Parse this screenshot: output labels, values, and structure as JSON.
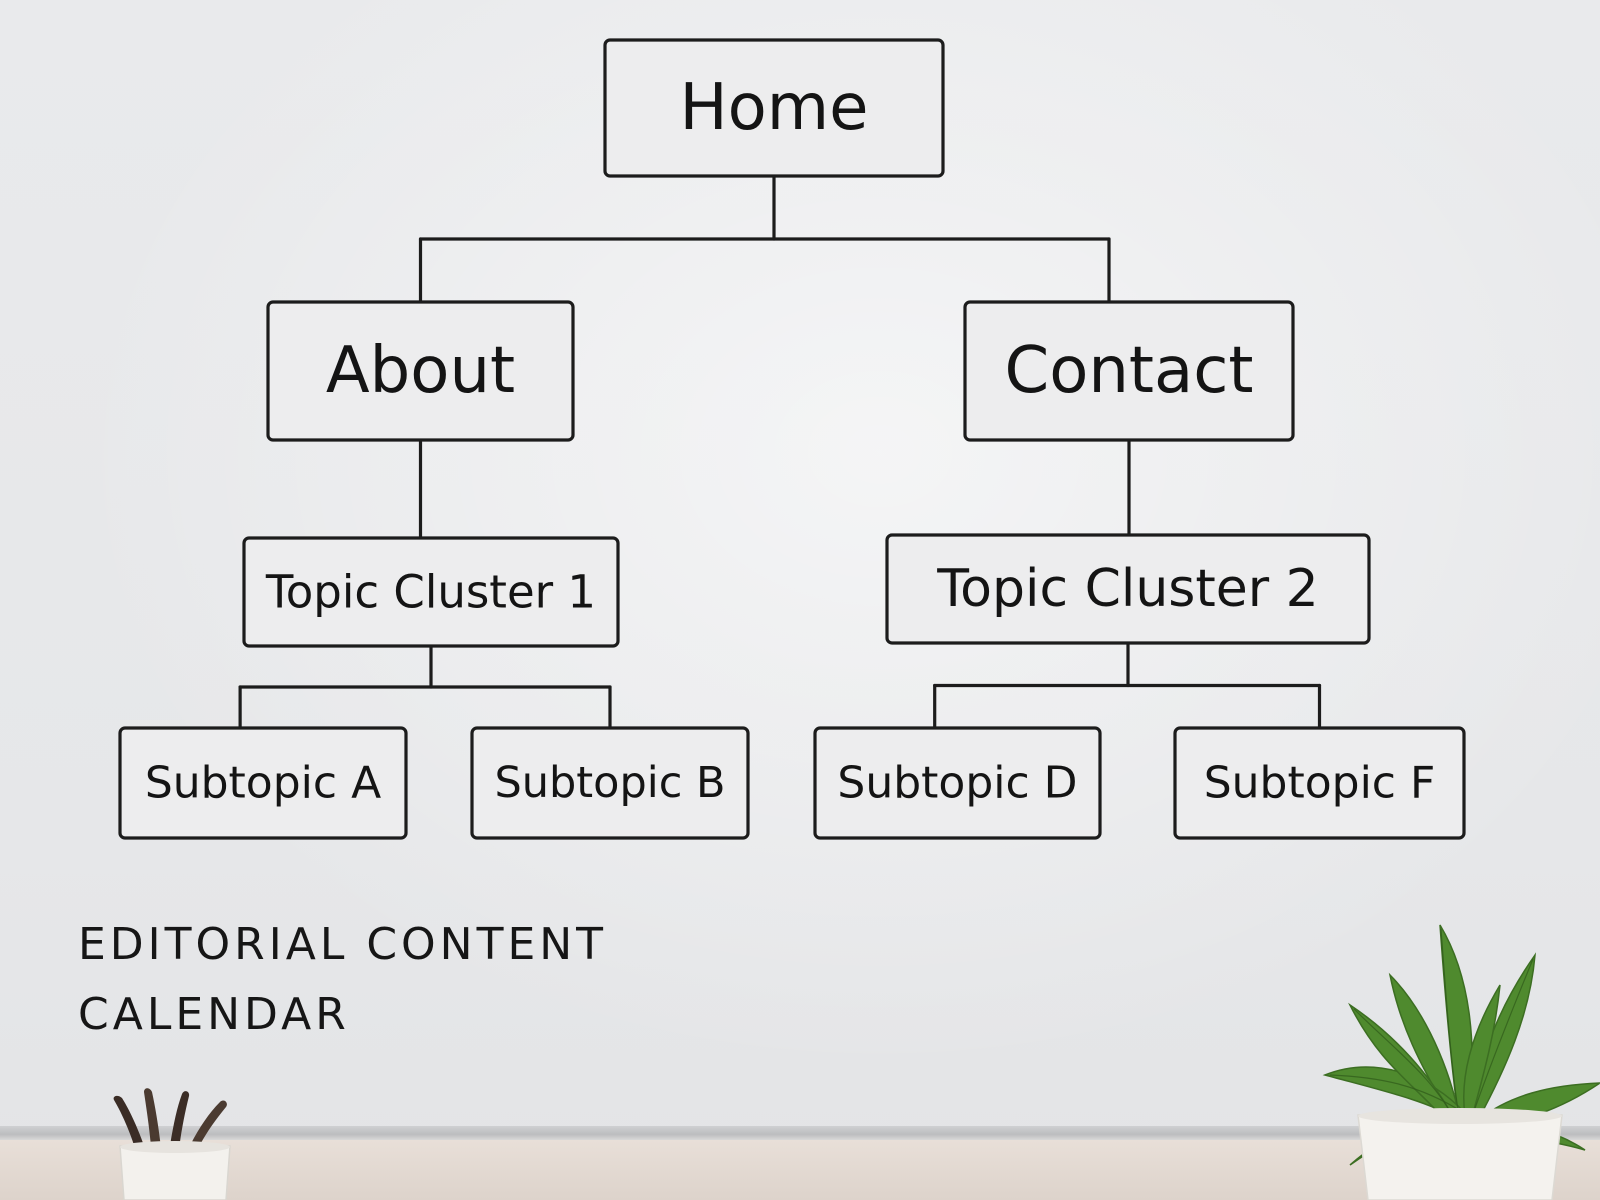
{
  "diagram": {
    "nodes": [
      {
        "id": "home",
        "label": "Home",
        "name": "node-home"
      },
      {
        "id": "about",
        "label": "About",
        "name": "node-about"
      },
      {
        "id": "contact",
        "label": "Contact",
        "name": "node-contact"
      },
      {
        "id": "tc1",
        "label": "Topic Cluster 1",
        "name": "node-topic-cluster-1"
      },
      {
        "id": "tc2",
        "label": "Topic Cluster 2",
        "name": "node-topic-cluster-2"
      },
      {
        "id": "sa",
        "label": "Subtopic A",
        "name": "node-subtopic-a"
      },
      {
        "id": "sb",
        "label": "Subtopic B",
        "name": "node-subtopic-b"
      },
      {
        "id": "sd",
        "label": "Subtopic D",
        "name": "node-subtopic-d"
      },
      {
        "id": "sf",
        "label": "Subtopic F",
        "name": "node-subtopic-f"
      }
    ],
    "edges": [
      {
        "from": "home",
        "to": "about"
      },
      {
        "from": "home",
        "to": "contact"
      },
      {
        "from": "about",
        "to": "tc1"
      },
      {
        "from": "contact",
        "to": "tc2"
      },
      {
        "from": "tc1",
        "to": "sa"
      },
      {
        "from": "tc1",
        "to": "sb"
      },
      {
        "from": "tc2",
        "to": "sd"
      },
      {
        "from": "tc2",
        "to": "sf"
      }
    ]
  },
  "caption": {
    "line1": "EDITORIAL CONTENT",
    "line2": "CALENDAR"
  },
  "colors": {
    "ink": "#1c1c1c",
    "wall": "#e8e9eb",
    "plant_leaf": "#4f8a2e",
    "pot": "#f2f0ec"
  },
  "decor": [
    {
      "icon": "brush-pot-icon"
    },
    {
      "icon": "potted-plant-icon"
    }
  ]
}
